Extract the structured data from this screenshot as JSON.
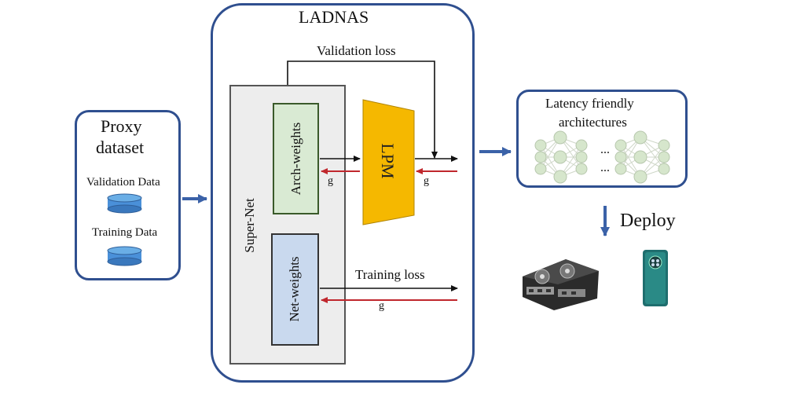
{
  "ladnas": {
    "title": "LADNAS"
  },
  "proxy": {
    "title_line1": "Proxy",
    "title_line2": "dataset",
    "validation_label": "Validation Data",
    "training_label": "Training Data"
  },
  "supernet": {
    "label": "Super-Net",
    "arch_weights": "Arch-weights",
    "net_weights": "Net-weights"
  },
  "lpm": {
    "label": "LPM"
  },
  "losses": {
    "validation": "Validation loss",
    "training": "Training loss",
    "gradient": "g"
  },
  "latency": {
    "line1": "Latency friendly",
    "line2": "architectures",
    "ellipsis": "..."
  },
  "deploy": {
    "label": "Deploy"
  },
  "colors": {
    "frame_blue": "#2f4f8f",
    "arrow_blue": "#3b62a8",
    "lpm_fill": "#f5b800",
    "gradient_red": "#c0272d",
    "arch_fill": "#d9ead3",
    "net_fill": "#c9d9ee",
    "node_fill": "#d9ead3"
  },
  "icons": [
    "database-icon",
    "gpu-card-icon",
    "smartphone-icon",
    "neural-network-icon"
  ]
}
